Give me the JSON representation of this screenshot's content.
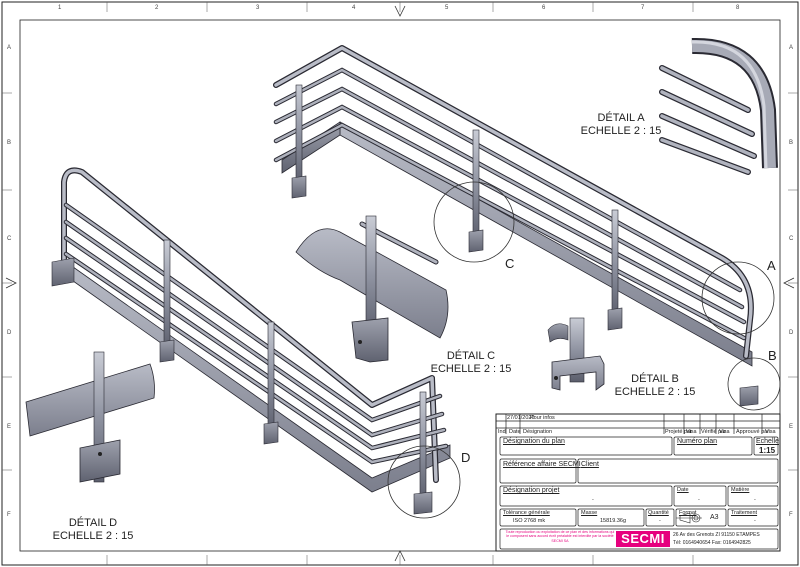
{
  "details": {
    "a": {
      "title": "DÉTAIL A",
      "scale": "ECHELLE 2 : 15",
      "letter": "A"
    },
    "b": {
      "title": "DÉTAIL B",
      "scale": "ECHELLE 2 : 15",
      "letter": "B"
    },
    "c": {
      "title": "DÉTAIL C",
      "scale": "ECHELLE 2 : 15",
      "letter": "C"
    },
    "d": {
      "title": "DÉTAIL D",
      "scale": "ECHELLE 2 : 15",
      "letter": "D"
    }
  },
  "ruler": {
    "columns": [
      "1",
      "2",
      "3",
      "4",
      "5",
      "6",
      "7",
      "8"
    ],
    "rows": [
      "A",
      "B",
      "C",
      "D",
      "E",
      "F"
    ]
  },
  "title_block": {
    "revision_date": "27/01/2020",
    "revision_note": "Pour infos",
    "rev_headers": [
      "Ind",
      "Date",
      "Désignation",
      "Projeté par",
      "Visa",
      "Vérifié par",
      "Visa",
      "Approuvé par",
      "Visa"
    ],
    "designation_plan_label": "Désignation du plan",
    "numero_plan_label": "Numéro plan",
    "echelle_label": "Echelle",
    "echelle_value": "1:15",
    "reference_label": "Référence affaire SECMI",
    "client_label": "Client",
    "designation_projet_label": "Désignation projet",
    "designation_projet_value": "-",
    "date_label": "Date",
    "date_value": "-",
    "matiere_label": "Matière",
    "matiere_value": "-",
    "tolerance_label": "Tolérance générale",
    "tolerance_value": "ISO 2768 mk",
    "masse_label": "Masse",
    "masse_value": "15819.36g",
    "quantite_label": "Quantité",
    "quantite_value": "-",
    "format_label": "Format",
    "format_value": "A3",
    "traitement_label": "Traitement",
    "traitement_value": "-",
    "disclaimer": "Toute reproduction ou exploitation de ce plan et des informations qui le composent sans accord écrit préalable est interdite par la société SECMI SA",
    "company_logo": "SECMI",
    "company_address": "26 Av des Grenots ZI 91150 ETAMPES",
    "company_contact": "Tél: 0164940654 Fax: 0164942825"
  },
  "colors": {
    "metal_light": "#aeb1bc",
    "metal_mid": "#8a8d9a",
    "metal_dark": "#4e5060",
    "edge": "#2a2a33",
    "brand": "#e6007e"
  }
}
